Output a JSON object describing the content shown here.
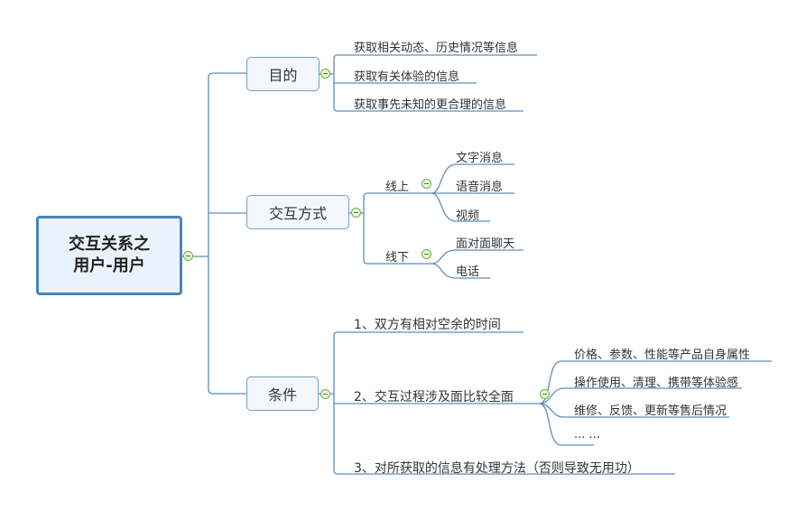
{
  "root": {
    "line1": "交互关系之",
    "line2": "用户-用户"
  },
  "branches": {
    "purpose": {
      "label": "目的",
      "items": [
        "获取相关动态、历史情况等信息",
        "获取有关体验的信息",
        "获取事先未知的更合理的信息"
      ]
    },
    "interaction": {
      "label": "交互方式",
      "online": {
        "label": "线上",
        "items": [
          "文字消息",
          "语音消息",
          "视频"
        ]
      },
      "offline": {
        "label": "线下",
        "items": [
          "面对面聊天",
          "电话"
        ]
      }
    },
    "conditions": {
      "label": "条件",
      "items": [
        "1、双方有相对空余的时间",
        "2、交互过程涉及面比较全面",
        "3、对所获取的信息有处理方法（否则导致无用功）"
      ],
      "sub": [
        "价格、参数、性能等产品自身属性",
        "操作使用、清理、携带等体验感",
        "维修、反馈、更新等售后情况",
        "... ..."
      ]
    }
  },
  "colors": {
    "line": "#5b8fbf",
    "collapse": "#6bb33a"
  }
}
